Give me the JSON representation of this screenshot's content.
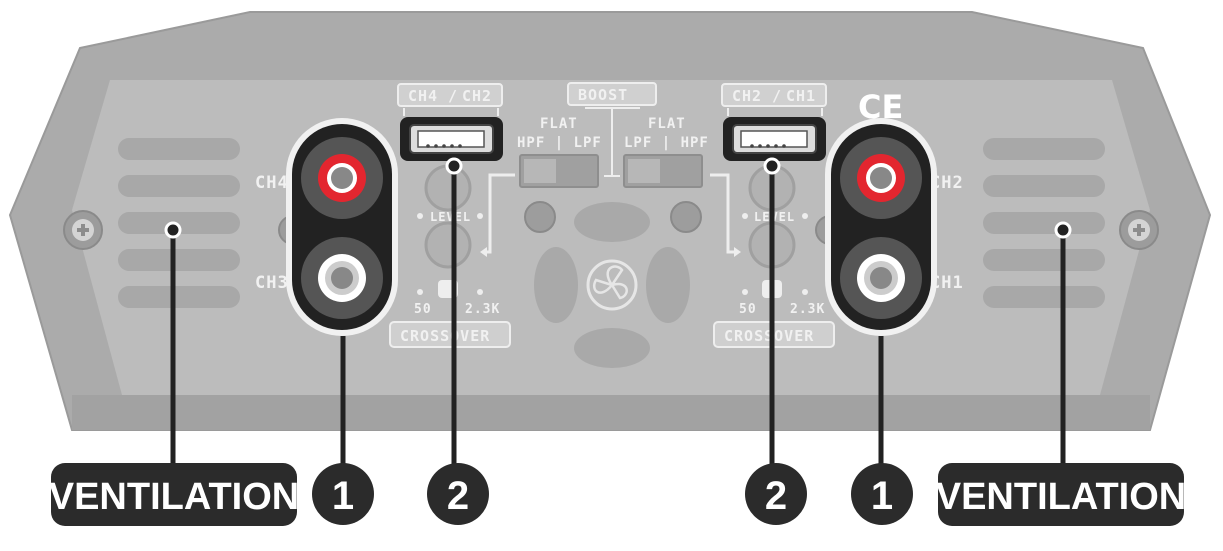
{
  "panel": {
    "labels": {
      "ch4_ch2_left": "CH4",
      "ch4_ch2_right": "CH2",
      "ch2_ch1_left": "CH2",
      "ch2_ch1_right": "CH1",
      "boost": "BOOST",
      "flat_left": "FLAT",
      "flat_right": "FLAT",
      "hpf_lpf_left": "HPF | LPF",
      "lpf_hpf_right": "LPF | HPF",
      "level_left": "LEVEL",
      "level_right": "LEVEL",
      "freq_low_left": "50",
      "freq_high_left": "2.3K",
      "freq_low_right": "50",
      "freq_high_right": "2.3K",
      "crossover_left": "CROSSOVER",
      "crossover_right": "CROSSOVER",
      "ch4_input": "CH4",
      "ch3_input": "CH3",
      "ch2_input": "CH2",
      "ch1_input": "CH1",
      "ce_mark": "CE"
    },
    "colors": {
      "body": "#a9a9a9",
      "face": "#bdbdbd",
      "rca_red": "#e3262f",
      "callout": "#2b2b2b"
    }
  },
  "callouts": {
    "ventilation_left": "VENTILATION",
    "ventilation_right": "VENTILATION",
    "rca_left": "1",
    "usb_left": "2",
    "usb_right": "2",
    "rca_right": "1"
  }
}
